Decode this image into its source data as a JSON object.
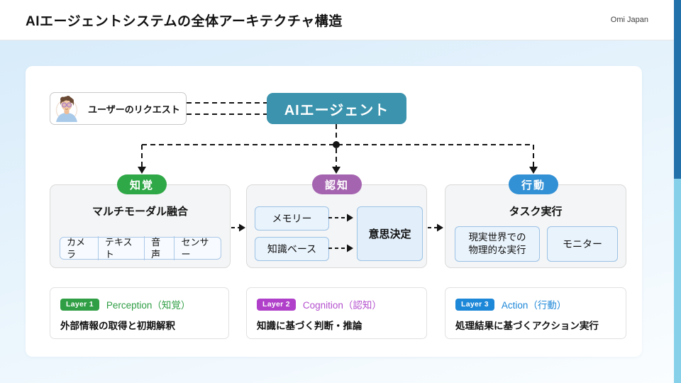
{
  "header": {
    "title": "AIエージェントシステムの全体アーキテクチャ構造",
    "brand": "Omi Japan"
  },
  "flow": {
    "user_request": "ユーザーのリクエスト",
    "agent": "AIエージェント"
  },
  "perception": {
    "pill": "知覚",
    "title": "マルチモーダル融合",
    "modalities": [
      "カメラ",
      "テキスト",
      "音声",
      "センサー"
    ]
  },
  "cognition": {
    "pill": "認知",
    "memory": "メモリー",
    "knowledge_base": "知識ベース",
    "decision": "意思決定"
  },
  "action": {
    "pill": "行動",
    "title": "タスク実行",
    "execution": "現実世界での\n物理的な実行",
    "monitor": "モニター"
  },
  "layers": [
    {
      "badge": "Layer 1",
      "name": "Perception（知覚）",
      "desc": "外部情報の取得と初期解釈",
      "color": "#2f9e44"
    },
    {
      "badge": "Layer 2",
      "name": "Cognition（認知）",
      "desc": "知識に基づく判断・推論",
      "color": "#b03fc9"
    },
    {
      "badge": "Layer 3",
      "name": "Action（行動）",
      "desc": "処理結果に基づくアクション実行",
      "color": "#1d87d8"
    }
  ],
  "colors": {
    "agent_box": "#3b93ad",
    "perception_pill": "#2fa847",
    "cognition_pill": "#a564b0",
    "action_pill": "#3290d5",
    "edge_bar_top": "#2371aa",
    "edge_bar_bottom": "#87d0ea"
  }
}
